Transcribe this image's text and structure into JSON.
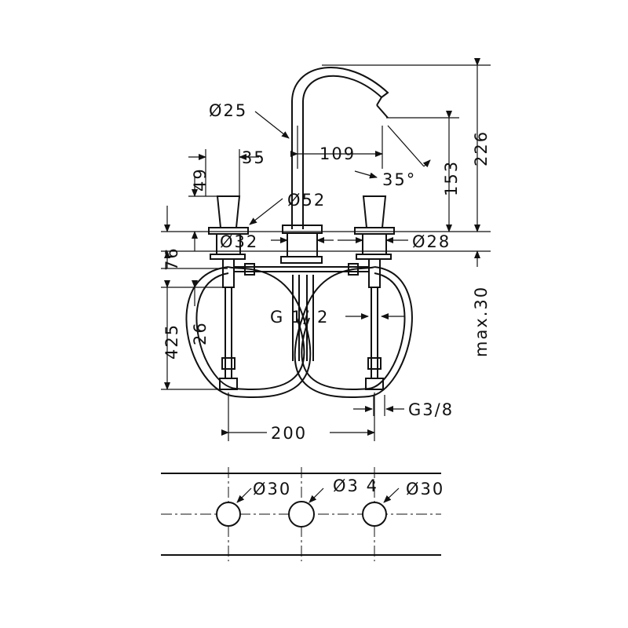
{
  "diagram": {
    "labels": {
      "spout_tube_diameter": "Ø25",
      "handle_offset": "35",
      "spout_reach": "109",
      "spout_angle": "35°",
      "handle_height": "49",
      "spout_base_diameter": "Ø52",
      "outlet_height": "153",
      "total_height": "226",
      "spout_body_diameter": "Ø32",
      "handle_body_diameter": "Ø28",
      "body_depth": "76",
      "max_deck_thickness": "max.30",
      "hose_length": "425",
      "connection_length": "26",
      "inlet_thread": "G 1/ 2",
      "outlet_thread": "G3/8",
      "center_spacing": "200",
      "hole_left": "Ø30",
      "hole_center": "Ø3 4",
      "hole_right": "Ø30"
    }
  }
}
